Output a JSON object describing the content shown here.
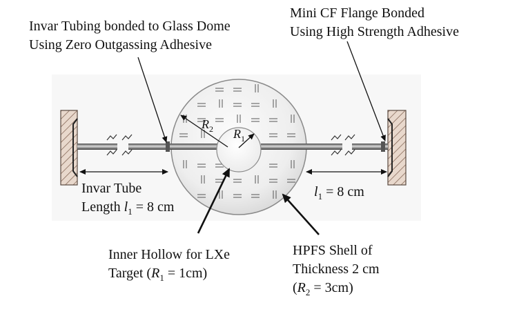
{
  "labels": {
    "invar_bond": {
      "line1": "Invar Tubing bonded to Glass Dome",
      "line2": "Using Zero Outgassing Adhesive"
    },
    "cf_flange": {
      "line1": "Mini CF Flange Bonded",
      "line2": "Using High Strength Adhesive"
    },
    "invar_tube": {
      "line1": "Invar Tube",
      "line2_prefix": "Length ",
      "line2_symbol": "l",
      "line2_sub": "1",
      "line2_value": " = 8 cm"
    },
    "l1_right": {
      "symbol": "l",
      "sub": "1",
      "value": " = 8 cm"
    },
    "inner_hollow": {
      "line1": "Inner Hollow for LXe",
      "line2_prefix": "Target  (",
      "line2_symbol": "R",
      "line2_sub": "1",
      "line2_value": " = 1cm)"
    },
    "hpfs_shell": {
      "line1": "HPFS Shell of",
      "line2": "Thickness 2 cm",
      "line3_prefix": "(",
      "line3_symbol": "R",
      "line3_sub": "2",
      "line3_value": " = 3cm)"
    }
  },
  "diagram": {
    "r2_label": {
      "symbol": "R",
      "sub": "2"
    },
    "r1_label": {
      "symbol": "R",
      "sub": "1"
    }
  }
}
